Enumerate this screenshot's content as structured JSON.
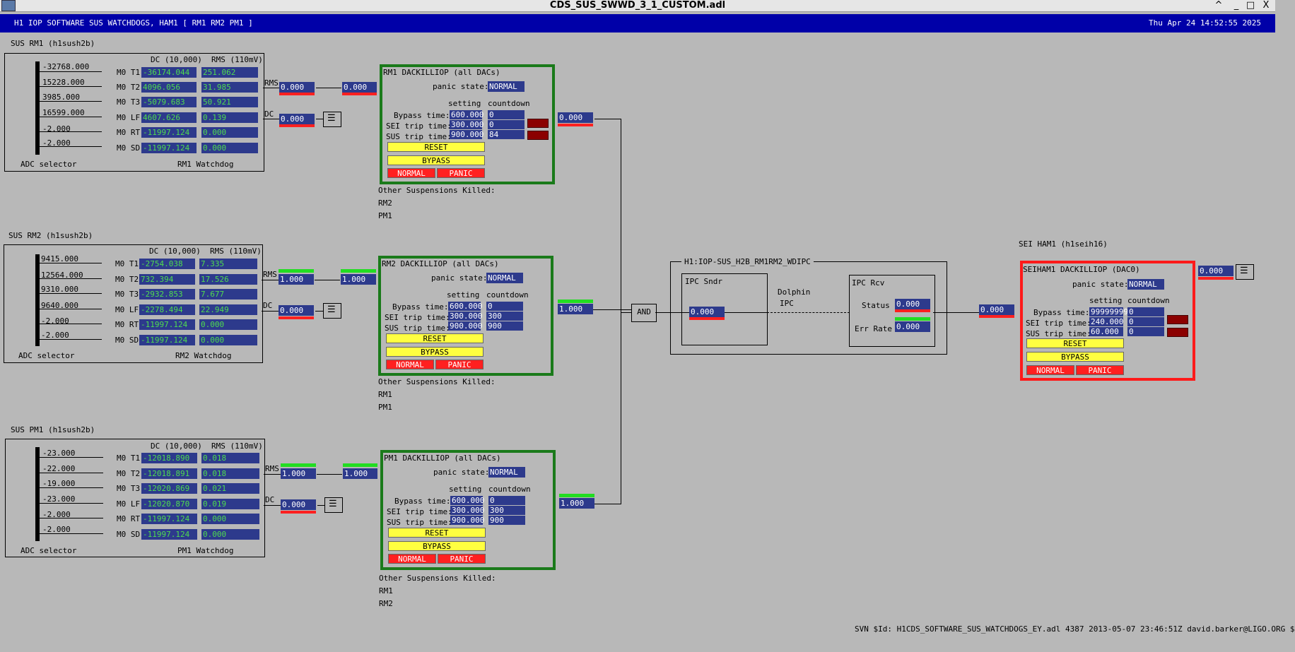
{
  "window": {
    "title": "CDS_SUS_SWWD_3_1_CUSTOM.adl",
    "header_left": "H1 IOP SOFTWARE SUS WATCHDOGS, HAM1 [ RM1 RM2 PM1  ]",
    "header_right": "Thu Apr 24 14:52:55 2025",
    "controls": [
      "^",
      "_",
      "□",
      "X"
    ]
  },
  "labels": {
    "dc_header": "DC (10,000)",
    "rms_header": "RMS (110mV)",
    "adc_selector": "ADC selector",
    "rms": "RMS",
    "dc": "DC",
    "panic_state": "panic state:",
    "setting": "setting",
    "countdown": "countdown",
    "bypass_time": "Bypass time:",
    "sei_trip": "SEI trip time:",
    "sus_trip": "SUS trip time:",
    "reset": "RESET",
    "bypass": "BYPASS",
    "normal": "NORMAL",
    "panic": "PANIC",
    "other_killed": "Other Suspensions Killed:",
    "channels": [
      "M0 T1",
      "M0 T2",
      "M0 T3",
      "M0 LF",
      "M0 RT",
      "M0 SD"
    ]
  },
  "sus": [
    {
      "title": "SUS RM1 (h1sush2b)",
      "watchdog": "RM1 Watchdog",
      "scale": [
        "-32768.000",
        "15228.000",
        "3985.000",
        "16599.000",
        "-2.000",
        "-2.000"
      ],
      "dc": [
        "-36174.044",
        "4096.056",
        "-5079.683",
        "4607.626",
        "-11997.124",
        "-11997.124"
      ],
      "rms": [
        "251.062",
        "31.985",
        "50.921",
        "0.139",
        "0.000",
        "0.000"
      ],
      "rms_out": "0.000",
      "rms_out2": "0.000",
      "dc_out": "0.000",
      "dk_title": "RM1 DACKILLIOP (all DACs)",
      "panic_state": "NORMAL",
      "bypass_set": "600.000",
      "bypass_cd": "0",
      "sei_set": "300.000",
      "sei_cd": "0",
      "sus_set": "900.000",
      "sus_cd": "84",
      "dk_out": "0.000",
      "killed": [
        "RM2",
        "PM1"
      ]
    },
    {
      "title": "SUS RM2 (h1sush2b)",
      "watchdog": "RM2 Watchdog",
      "scale": [
        "9415.000",
        "12564.000",
        "9310.000",
        "9640.000",
        "-2.000",
        "-2.000"
      ],
      "dc": [
        "-2754.038",
        "732.394",
        "-2932.853",
        "-2278.494",
        "-11997.124",
        "-11997.124"
      ],
      "rms": [
        "7.335",
        "17.526",
        "7.677",
        "22.949",
        "0.000",
        "0.000"
      ],
      "rms_out": "1.000",
      "rms_out2": "1.000",
      "dc_out": "0.000",
      "dk_title": "RM2 DACKILLIOP (all DACs)",
      "panic_state": "NORMAL",
      "bypass_set": "600.000",
      "bypass_cd": "0",
      "sei_set": "300.000",
      "sei_cd": "300",
      "sus_set": "900.000",
      "sus_cd": "900",
      "dk_out": "1.000",
      "killed": [
        "RM1",
        "PM1"
      ]
    },
    {
      "title": "SUS PM1 (h1sush2b)",
      "watchdog": "PM1 Watchdog",
      "scale": [
        "-23.000",
        "-22.000",
        "-19.000",
        "-23.000",
        "-2.000",
        "-2.000"
      ],
      "dc": [
        "-12018.890",
        "-12018.891",
        "-12020.869",
        "-12020.870",
        "-11997.124",
        "-11997.124"
      ],
      "rms": [
        "0.018",
        "0.018",
        "0.021",
        "0.019",
        "0.000",
        "0.000"
      ],
      "rms_out": "1.000",
      "rms_out2": "1.000",
      "dc_out": "0.000",
      "dk_title": "PM1 DACKILLIOP (all DACs)",
      "panic_state": "NORMAL",
      "bypass_set": "600.000",
      "bypass_cd": "0",
      "sei_set": "300.000",
      "sei_cd": "300",
      "sus_set": "900.000",
      "sus_cd": "900",
      "dk_out": "1.000",
      "killed": [
        "RM1",
        "RM2"
      ]
    }
  ],
  "and_label": "AND",
  "ipc": {
    "title": "H1:IOP-SUS_H2B_RM1RM2_WDIPC",
    "sndr": "IPC Sndr",
    "sndr_val": "0.000",
    "dolphin": "Dolphin",
    "ipc": "IPC",
    "rcv": "IPC Rcv",
    "status": "Status",
    "status_val": "0.000",
    "err": "Err Rate",
    "err_val": "0.000",
    "out": "0.000"
  },
  "sei": {
    "title": "SEI HAM1 (h1seih16)",
    "dk_title": "SEIHAM1 DACKILLIOP (DAC0)",
    "panic_state": "NORMAL",
    "bypass_set": "99999999",
    "bypass_cd": "0",
    "sei_set": "240.000",
    "sei_cd": "0",
    "sus_set": "60.000",
    "sus_cd": "0",
    "out": "0.000"
  },
  "svn": "SVN $Id: H1CDS_SOFTWARE_SUS_WATCHDOGS_EY.adl 4387 2013-05-07 23:46:51Z david.barker@LIGO.ORG $"
}
